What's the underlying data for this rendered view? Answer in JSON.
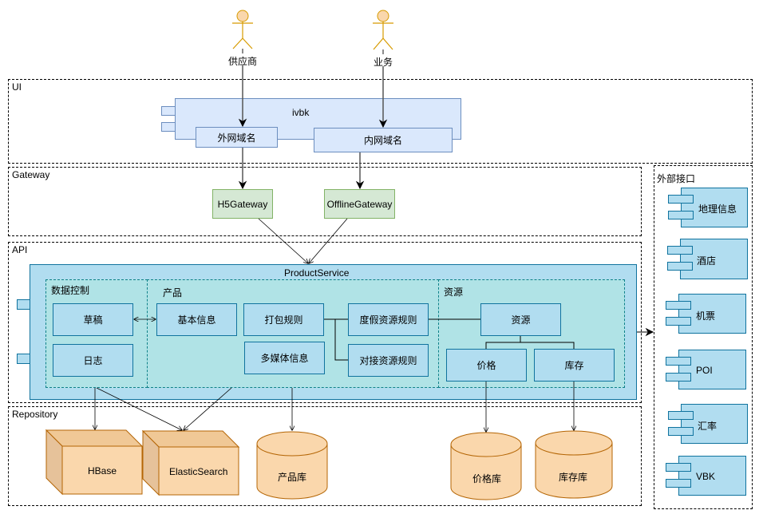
{
  "actors": [
    {
      "id": "supplier",
      "label": "供应商"
    },
    {
      "id": "business",
      "label": "业务"
    }
  ],
  "layers": {
    "ui": "UI",
    "gateway": "Gateway",
    "api": "API",
    "repository": "Repository",
    "external": "外部接口"
  },
  "ui": {
    "app": "ivbk",
    "external_domain": "外网域名",
    "internal_domain": "内网域名"
  },
  "gateway": {
    "h5": "H5Gateway",
    "offline": "OfflineGateway"
  },
  "api": {
    "service": "ProductService",
    "data_control": {
      "title": "数据控制",
      "items": [
        "草稿",
        "日志"
      ]
    },
    "product": {
      "title": "产品",
      "items": [
        "基本信息",
        "打包规则",
        "多媒体信息",
        "度假资源规则",
        "对接资源规则"
      ]
    },
    "resource": {
      "title": "资源",
      "items": [
        "资源",
        "价格",
        "库存"
      ]
    }
  },
  "repository": {
    "nodes": [
      "HBase",
      "ElasticSearch"
    ],
    "databases": [
      "产品库",
      "价格库",
      "库存库"
    ]
  },
  "external": {
    "items": [
      "地理信息",
      "酒店",
      "机票",
      "POI",
      "汇率",
      "VBK"
    ]
  },
  "colors": {
    "actor": "#f8cecc",
    "actor_fill": "#fad7ac",
    "actor_stroke": "#d79b00",
    "ui_fill": "#dae8fc",
    "ui_stroke": "#6c8ebf",
    "gateway_fill": "#d5e8d4",
    "gateway_stroke": "#82b366",
    "service_fill": "#b1ddf0",
    "service_stroke": "#10739e",
    "group_fill": "#b0e3e6",
    "group_stroke": "#0e8088",
    "storage_fill": "#fad7ac",
    "storage_stroke": "#b46504"
  }
}
